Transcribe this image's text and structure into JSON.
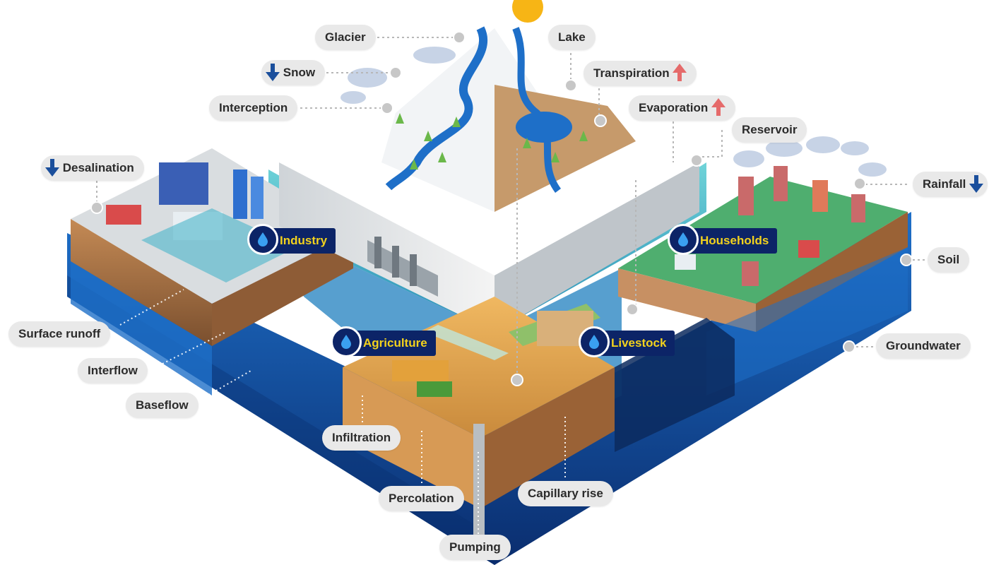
{
  "colors": {
    "label_bg": "#e9e9e9",
    "label_text": "#2b2b2b",
    "sector_bg": "#0c2467",
    "sector_text": "#f2d21d",
    "arrow_decrease": "#1b4f9c",
    "arrow_increase": "#e56a6a",
    "water": "#1e6fc8",
    "deep_water": "#0a2d6e",
    "soil": "#b07a4a",
    "sun": "#f7b515"
  },
  "labels": {
    "glacier": "Glacier",
    "lake": "Lake",
    "snow": "Snow",
    "transpiration": "Transpiration",
    "interception": "Interception",
    "evaporation": "Evaporation",
    "reservoir": "Reservoir",
    "desalination": "Desalination",
    "rainfall": "Rainfall",
    "soil": "Soil",
    "groundwater": "Groundwater",
    "surface_runoff": "Surface runoff",
    "interflow": "Interflow",
    "baseflow": "Baseflow",
    "infiltration": "Infiltration",
    "percolation": "Percolation",
    "capillary_rise": "Capillary rise",
    "pumping": "Pumping"
  },
  "trends": {
    "snow": "down-arrow-icon",
    "transpiration": "up-arrow-icon",
    "evaporation": "up-arrow-icon",
    "desalination": "down-arrow-icon",
    "rainfall": "down-arrow-icon"
  },
  "sectors": {
    "industry": "Industry",
    "households": "Households",
    "agriculture": "Agriculture",
    "livestock": "Livestock"
  }
}
